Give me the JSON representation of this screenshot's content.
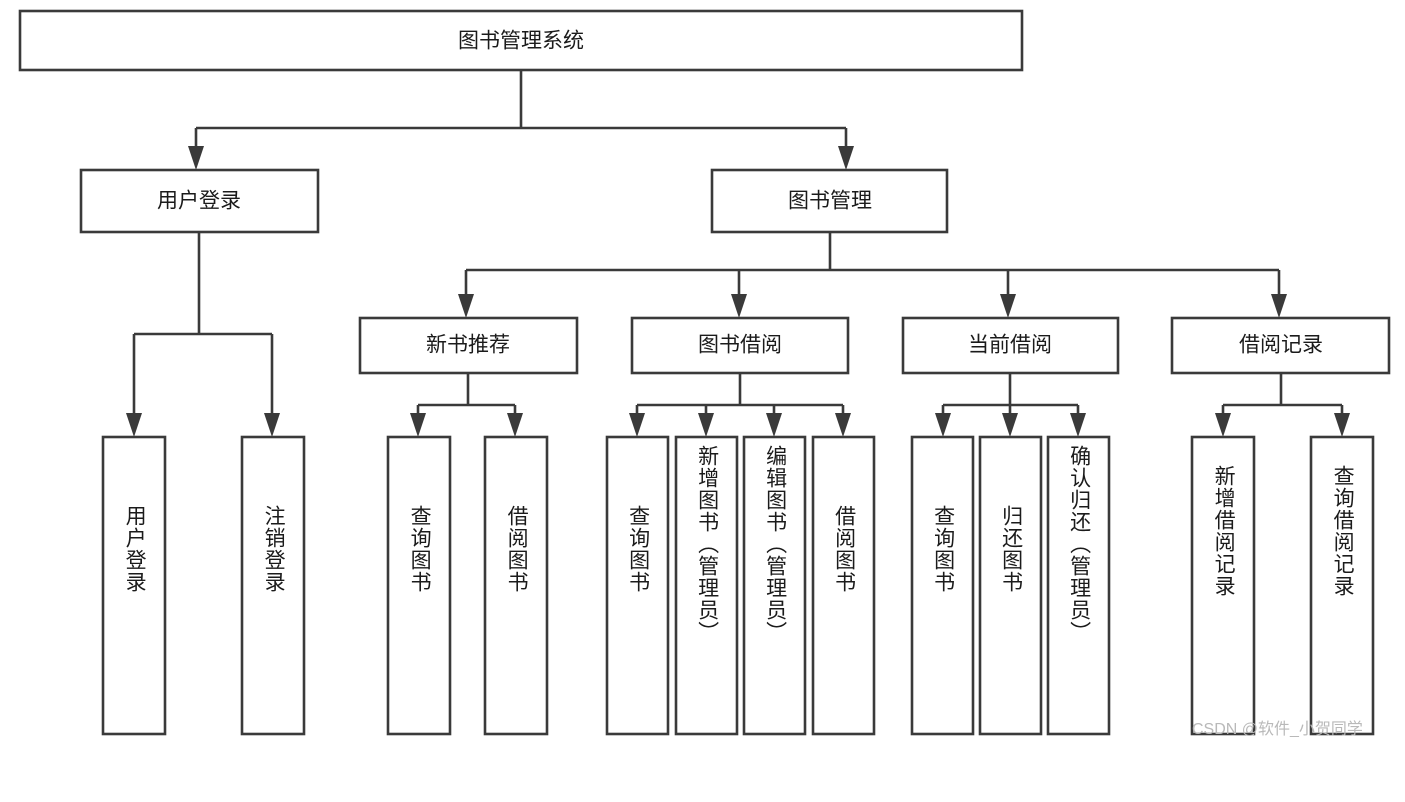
{
  "diagram": {
    "title_node": {
      "label": "图书管理系统"
    },
    "level2": [
      {
        "id": "user-login",
        "label": "用户登录"
      },
      {
        "id": "book-manage",
        "label": "图书管理"
      }
    ],
    "level3": [
      {
        "id": "new-book-recommend",
        "label": "新书推荐"
      },
      {
        "id": "book-borrow",
        "label": "图书借阅"
      },
      {
        "id": "current-borrow",
        "label": "当前借阅"
      },
      {
        "id": "borrow-record",
        "label": "借阅记录"
      }
    ],
    "leaves": {
      "user_login": [
        {
          "id": "leaf-user-login",
          "label": "用户登录"
        },
        {
          "id": "leaf-logout-login",
          "label": "注销登录"
        }
      ],
      "new_book_recommend": [
        {
          "id": "leaf-query-book-1",
          "label": "查询图书"
        },
        {
          "id": "leaf-borrow-book-1",
          "label": "借阅图书"
        }
      ],
      "book_borrow": [
        {
          "id": "leaf-query-book-2",
          "label": "查询图书"
        },
        {
          "id": "leaf-add-book",
          "label": "新增图书（管理员）"
        },
        {
          "id": "leaf-edit-book",
          "label": "编辑图书（管理员）"
        },
        {
          "id": "leaf-borrow-book-2",
          "label": "借阅图书"
        }
      ],
      "current_borrow": [
        {
          "id": "leaf-query-book-3",
          "label": "查询图书"
        },
        {
          "id": "leaf-return-book",
          "label": "归还图书"
        },
        {
          "id": "leaf-confirm-return",
          "label": "确认归还（管理员）"
        }
      ],
      "borrow_record": [
        {
          "id": "leaf-add-record",
          "label": "新增借阅记录"
        },
        {
          "id": "leaf-query-record",
          "label": "查询借阅记录"
        }
      ]
    },
    "watermark": {
      "text": "CSDN @软件_小贺同学"
    },
    "colors": {
      "stroke": "#3a3a3a",
      "fill": "#ffffff",
      "text": "#1b1b1b",
      "watermark": "#b9b9b9",
      "background": "#ffffff"
    }
  }
}
